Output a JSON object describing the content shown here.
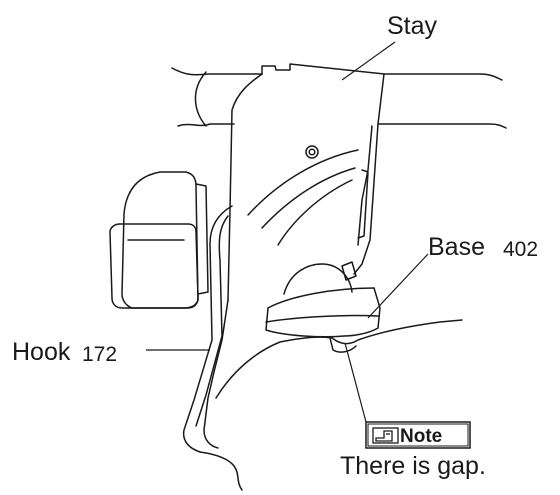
{
  "labels": {
    "stay": "Stay",
    "base": "Base",
    "base_num": "402",
    "hook": "Hook",
    "hook_num": "172",
    "note": "Note",
    "note_text": "There is gap."
  },
  "icons": {
    "note_icon": "hand-pointing-icon"
  },
  "colors": {
    "line": "#1a1a1a",
    "background": "#ffffff"
  }
}
